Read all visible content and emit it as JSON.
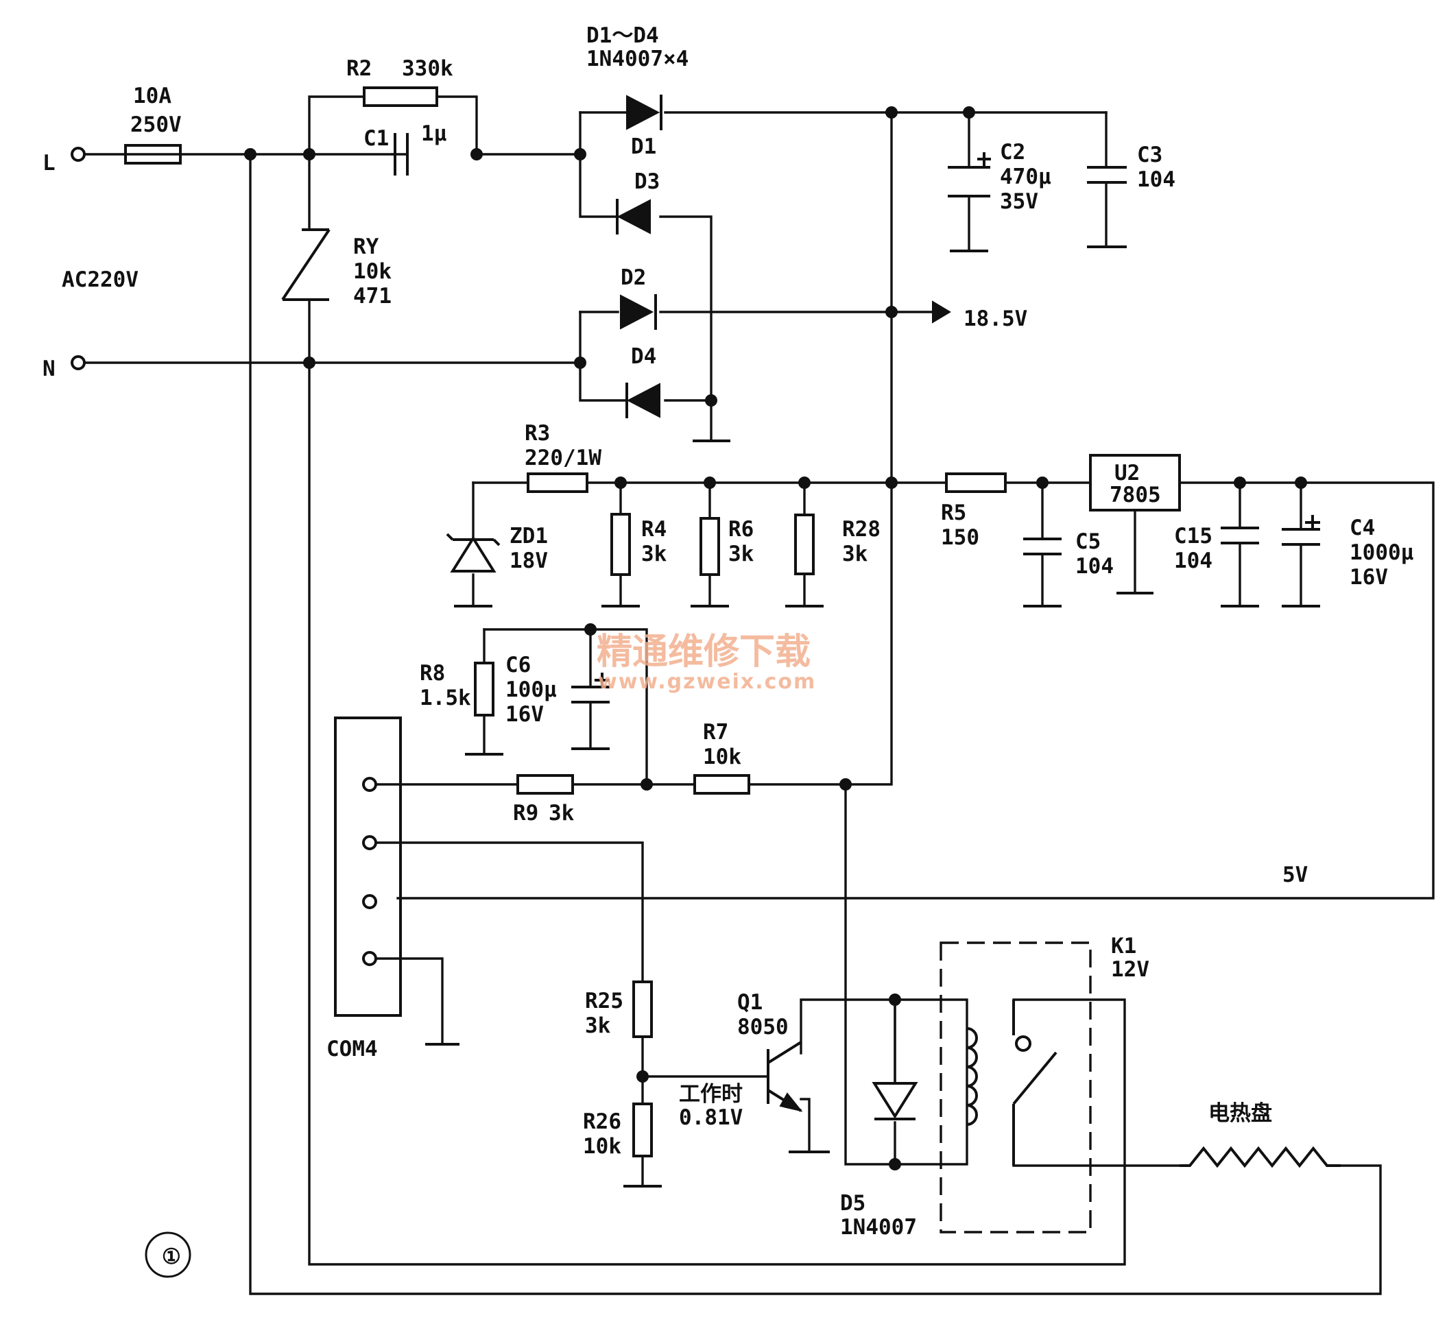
{
  "input": {
    "line_label": "L",
    "neutral_label": "N",
    "supply_label": "AC220V"
  },
  "fuse": {
    "current": "10A",
    "voltage": "250V"
  },
  "r2": {
    "ref": "R2",
    "value": "330k"
  },
  "c1": {
    "ref": "C1",
    "value": "1μ"
  },
  "ry": {
    "ref": "RY",
    "value": "10k",
    "code": "471"
  },
  "bridge": {
    "refs": "D1～D4",
    "part": "1N4007×4",
    "d1": "D1",
    "d2": "D2",
    "d3": "D3",
    "d4": "D4"
  },
  "c2": {
    "ref": "C2",
    "value": "470μ",
    "voltage": "35V"
  },
  "c3": {
    "ref": "C3",
    "value": "104"
  },
  "rail_voltage": "18.5V",
  "r3": {
    "ref": "R3",
    "value": "220/1W"
  },
  "zd1": {
    "ref": "ZD1",
    "value": "18V"
  },
  "r4": {
    "ref": "R4",
    "value": "3k"
  },
  "r6": {
    "ref": "R6",
    "value": "3k"
  },
  "r28": {
    "ref": "R28",
    "value": "3k"
  },
  "r5": {
    "ref": "R5",
    "value": "150"
  },
  "c5": {
    "ref": "C5",
    "value": "104"
  },
  "u2": {
    "ref": "U2",
    "part": "7805"
  },
  "c15": {
    "ref": "C15",
    "value": "104"
  },
  "c4": {
    "ref": "C4",
    "value": "1000μ",
    "voltage": "16V"
  },
  "r8": {
    "ref": "R8",
    "value": "1.5k"
  },
  "c6": {
    "ref": "C6",
    "value": "100μ",
    "voltage": "16V"
  },
  "r7": {
    "ref": "R7",
    "value": "10k"
  },
  "r9": {
    "ref": "R9",
    "value": "3k"
  },
  "five_volt": "5V",
  "connector": {
    "ref": "COM4"
  },
  "r25": {
    "ref": "R25",
    "value": "3k"
  },
  "r26": {
    "ref": "R26",
    "value": "10k"
  },
  "q1": {
    "ref": "Q1",
    "part": "8050",
    "note": "工作时",
    "voltage": "0.81V"
  },
  "d5": {
    "ref": "D5",
    "part": "1N4007"
  },
  "k1": {
    "ref": "K1",
    "voltage": "12V"
  },
  "heater": {
    "label": "电热盘"
  },
  "figure_number": "①",
  "watermark": {
    "title": "精通维修下载",
    "url": "www.gzweix.com"
  }
}
